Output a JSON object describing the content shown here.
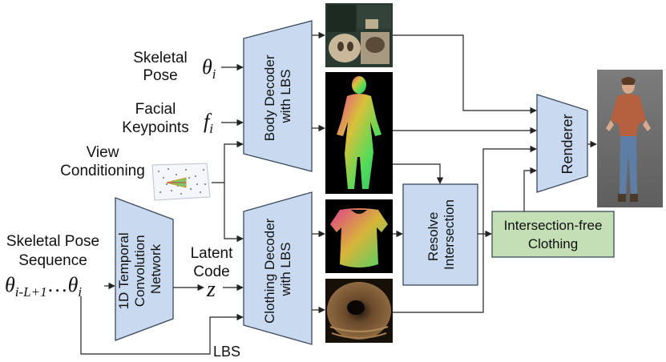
{
  "inputs": {
    "skeletal_pose": [
      "Skeletal",
      "Pose"
    ],
    "theta_i_symbol": "θ",
    "theta_i_sub": "i",
    "facial_keypoints": [
      "Facial",
      "Keypoints"
    ],
    "f_i_symbol": "f",
    "f_i_sub": "i",
    "view_conditioning": [
      "View",
      "Conditioning"
    ],
    "pose_sequence": [
      "Skeletal Pose",
      "Sequence"
    ],
    "theta_seq_start_symbol": "θ",
    "theta_seq_start_sub": "i-L+1",
    "ellipsis": "…",
    "theta_seq_end_symbol": "θ",
    "theta_seq_end_sub": "i"
  },
  "blocks": {
    "temporal_cnn": [
      "1D Temporal",
      "Convolution",
      "Network"
    ],
    "body_decoder": [
      "Body Decoder",
      "with LBS"
    ],
    "clothing_decoder": [
      "Clothing Decoder",
      "with LBS"
    ],
    "resolve_intersection": [
      "Resolve",
      "Intersection"
    ],
    "renderer": "Renderer",
    "intersection_free": [
      "Intersection-free",
      "Clothing"
    ]
  },
  "labels": {
    "latent_code": [
      "Latent",
      "Code"
    ],
    "z_symbol": "z",
    "lbs": "LBS"
  },
  "colors": {
    "block_fill": "#c9daf0",
    "green_fill": "#c4deb6",
    "line": "#222222"
  }
}
